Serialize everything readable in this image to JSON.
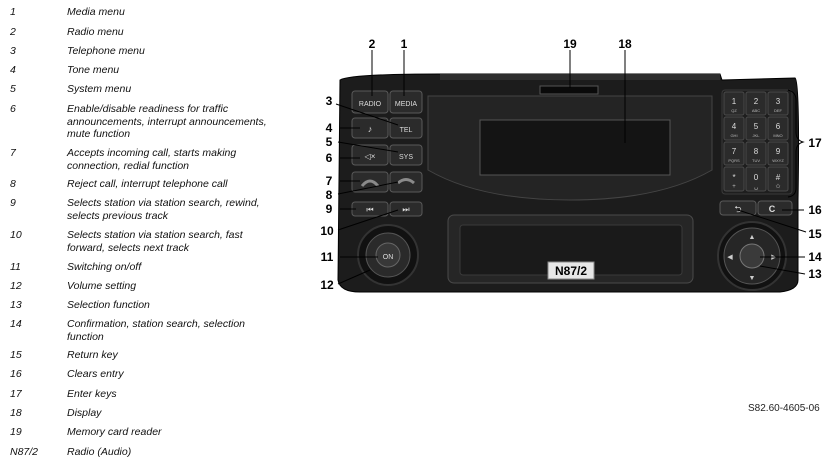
{
  "legend": [
    {
      "num": "1",
      "desc": "Media menu"
    },
    {
      "num": "2",
      "desc": "Radio menu"
    },
    {
      "num": "3",
      "desc": "Telephone menu"
    },
    {
      "num": "4",
      "desc": "Tone menu"
    },
    {
      "num": "5",
      "desc": "System menu"
    },
    {
      "num": "6",
      "desc": "Enable/disable readiness for traffic announcements, interrupt announcements, mute function"
    },
    {
      "num": "7",
      "desc": "Accepts incoming call, starts making connection, redial function"
    },
    {
      "num": "8",
      "desc": "Reject call, interrupt telephone call"
    },
    {
      "num": "9",
      "desc": "Selects station via station search, rewind, selects previous track"
    },
    {
      "num": "10",
      "desc": "Selects station via station search, fast forward, selects next track"
    },
    {
      "num": "11",
      "desc": "Switching on/off"
    },
    {
      "num": "12",
      "desc": "Volume setting"
    },
    {
      "num": "13",
      "desc": "Selection function"
    },
    {
      "num": "14",
      "desc": "Confirmation, station search, selection function"
    },
    {
      "num": "15",
      "desc": "Return key"
    },
    {
      "num": "16",
      "desc": "Clears entry"
    },
    {
      "num": "17",
      "desc": "Enter keys"
    },
    {
      "num": "18",
      "desc": "Display"
    },
    {
      "num": "19",
      "desc": "Memory card reader"
    },
    {
      "num": "N87/2",
      "desc": "Radio (Audio)"
    }
  ],
  "device": {
    "buttons": {
      "radio": "RADIO",
      "media": "MEDIA",
      "tel": "TEL",
      "sys": "SYS",
      "on": "ON",
      "clear": "C"
    },
    "keypad": [
      {
        "digit": "1",
        "letters": "QZ"
      },
      {
        "digit": "2",
        "letters": "ABC"
      },
      {
        "digit": "3",
        "letters": "DEF"
      },
      {
        "digit": "4",
        "letters": "GHI"
      },
      {
        "digit": "5",
        "letters": "JKL"
      },
      {
        "digit": "6",
        "letters": "MNO"
      },
      {
        "digit": "7",
        "letters": "PQRS"
      },
      {
        "digit": "8",
        "letters": "TUV"
      },
      {
        "digit": "9",
        "letters": "WXYZ"
      },
      {
        "digit": "*",
        "letters": "+"
      },
      {
        "digit": "0",
        "letters": "␣"
      },
      {
        "digit": "#",
        "letters": "✩"
      }
    ],
    "label": "N87/2"
  },
  "callouts": {
    "c1": "1",
    "c2": "2",
    "c3": "3",
    "c4": "4",
    "c5": "5",
    "c6": "6",
    "c7": "7",
    "c8": "8",
    "c9": "9",
    "c10": "10",
    "c11": "11",
    "c12": "12",
    "c13": "13",
    "c14": "14",
    "c15": "15",
    "c16": "16",
    "c17": "17",
    "c18": "18",
    "c19": "19"
  },
  "reference_code": "S82.60-4605-06",
  "colors": {
    "body": "#1c1c1c",
    "button": "#2b2b2b",
    "label_bg": "#e6e6e6"
  }
}
